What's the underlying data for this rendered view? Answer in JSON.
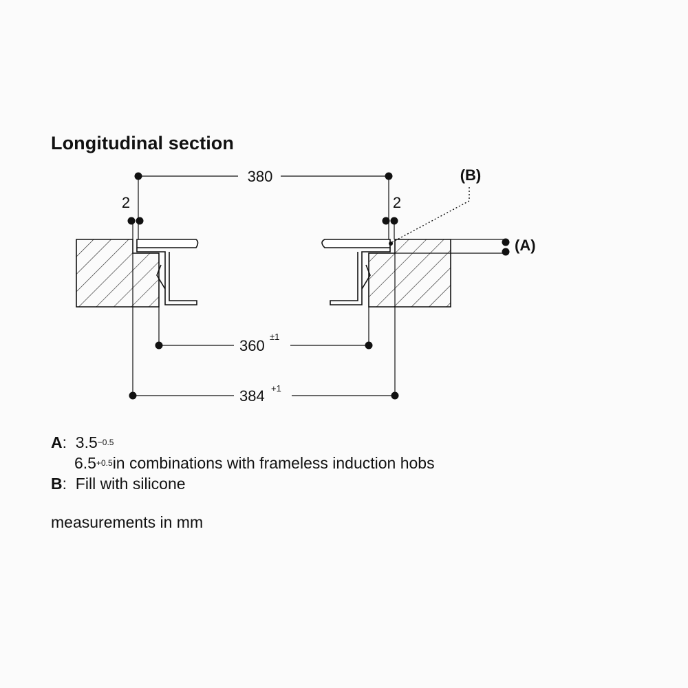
{
  "title": "Longitudinal section",
  "dimensions": {
    "top_width": "380",
    "gap_left": "2",
    "gap_right": "2",
    "inner_width": "360",
    "inner_tolerance": "±1",
    "outer_width": "384",
    "outer_tolerance": "+1"
  },
  "references": {
    "a_label": "(A)",
    "b_label": "(B)"
  },
  "legend": {
    "a_key": "A",
    "a_value_1": "3.5",
    "a_value_1_tolerance": "−0.5",
    "a_value_2": "6.5",
    "a_value_2_tolerance": "+0.5",
    "a_value_2_note": "in combinations with frameless induction hobs",
    "b_key": "B",
    "b_value": "Fill with silicone"
  },
  "footnote": "measurements in mm",
  "colors": {
    "line": "#111111",
    "background": "#fbfbfb"
  }
}
